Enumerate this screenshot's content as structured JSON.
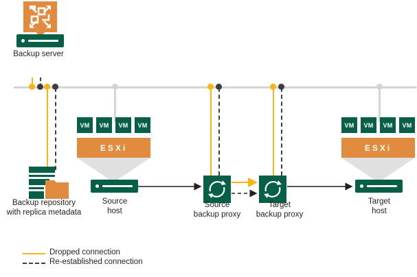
{
  "diagram": {
    "title": "Veeam replication — dropped and re-established connections",
    "colors": {
      "green": "#065f46",
      "orange": "#e08b3e",
      "yellow": "#fcb314",
      "dark": "#3d3d3d",
      "gray": "#d4d4d4",
      "white": "#ffffff"
    },
    "nodes": {
      "backup_server": {
        "label": "Backup server",
        "icon": "backup-server-icon"
      },
      "backup_repository": {
        "label": "Backup repository\nwith replica metadata",
        "icon": "repository-icon"
      },
      "source_host": {
        "label": "Source\nhost",
        "icon": "server-icon"
      },
      "source_proxy": {
        "label": "Source\nbackup proxy",
        "icon": "proxy-sync-icon"
      },
      "target_proxy": {
        "label": "Target\nbackup proxy",
        "icon": "proxy-sync-icon"
      },
      "target_host": {
        "label": "Target\nhost",
        "icon": "server-icon"
      }
    },
    "source_cluster": {
      "hypervisor_label": "ESXi",
      "vms": [
        "VM",
        "VM",
        "VM",
        "VM"
      ]
    },
    "target_cluster": {
      "hypervisor_label": "ESXi",
      "vms": [
        "VM",
        "VM",
        "VM",
        "VM"
      ]
    },
    "legend": {
      "items": [
        {
          "label": "Dropped connection",
          "style": "solid",
          "color": "#fcb314"
        },
        {
          "label": "Re-established connection",
          "style": "dashed",
          "color": "#3d3d3d"
        }
      ]
    }
  }
}
